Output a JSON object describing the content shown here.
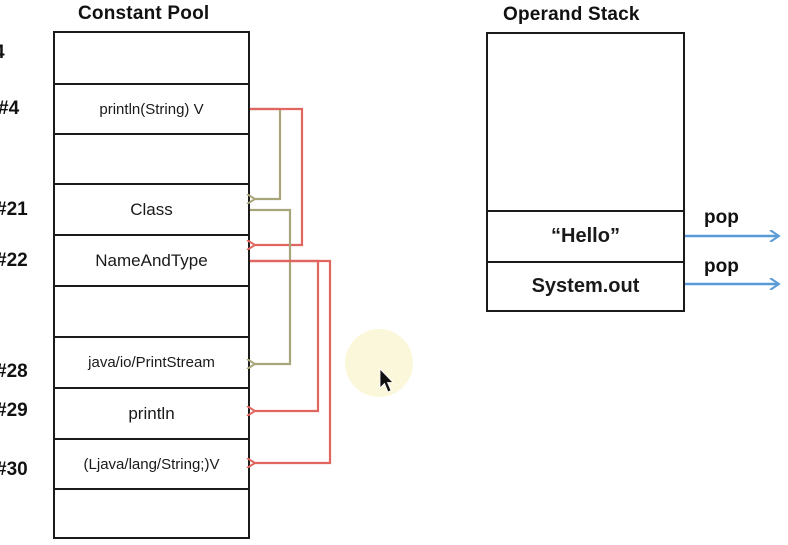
{
  "constant_pool": {
    "title": "Constant Pool",
    "rows": [
      {
        "index": "4",
        "text": ""
      },
      {
        "index": "#4",
        "text": "println(String) V"
      },
      {
        "index": "",
        "text": ""
      },
      {
        "index": "#21",
        "text": "Class"
      },
      {
        "index": "#22",
        "text": "NameAndType"
      },
      {
        "index": "",
        "text": ""
      },
      {
        "index": "#28",
        "text": "java/io/PrintStream"
      },
      {
        "index": "#29",
        "text": "println"
      },
      {
        "index": "#30",
        "text": "(Ljava/lang/String;)V"
      },
      {
        "index": "",
        "text": ""
      }
    ]
  },
  "operand_stack": {
    "title": "Operand Stack",
    "cells": [
      {
        "text": "“Hello”",
        "action": "pop"
      },
      {
        "text": "System.out",
        "action": "pop"
      }
    ]
  },
  "colors": {
    "olive_arrow": "#a8a57a",
    "red_arrow": "#e0665f",
    "blue_arrow": "#5b9bd5",
    "highlight": "#fbf6d6"
  },
  "icons": [
    "mouse-pointer-icon"
  ]
}
